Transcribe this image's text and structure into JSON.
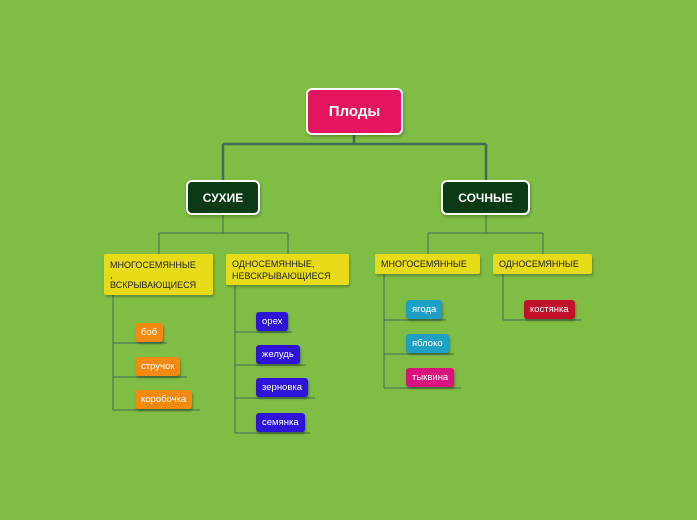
{
  "root": {
    "label": "Плоды"
  },
  "branches": {
    "dry": {
      "label": "СУХИЕ",
      "many_seeded": {
        "label_line1": "МНОГОСЕМЯННЫЕ",
        "label_line2": ",",
        "label_line3": "ВСКРЫВАЮЩИЕСЯ",
        "items": [
          "боб",
          "стручок",
          "коробочка"
        ]
      },
      "single_seeded": {
        "label_line1": "ОДНОСЕМЯННЫЕ,",
        "label_line2": "НЕВСКРЫВАЮЩИЕСЯ",
        "items": [
          "орех",
          "желудь",
          "зерновка",
          "семянка"
        ]
      }
    },
    "juicy": {
      "label": "СОЧНЫЕ",
      "many_seeded": {
        "label": "МНОГОСЕМЯННЫЕ",
        "items": [
          "ягода",
          "яблоко",
          "тыквина"
        ]
      },
      "single_seeded": {
        "label": "ОДНОСЕМЯННЫЕ",
        "items": [
          "костянка"
        ]
      }
    }
  },
  "colors": {
    "background": "#80bd45",
    "root": "#e5145f",
    "main": "#0b3a14",
    "sub": "#e8dc18",
    "orange": "#f28a12",
    "blue": "#2e13d8",
    "teal": "#1da0c4",
    "pink": "#d9127e",
    "red": "#c0102a",
    "connector": "#3d6e5a"
  }
}
